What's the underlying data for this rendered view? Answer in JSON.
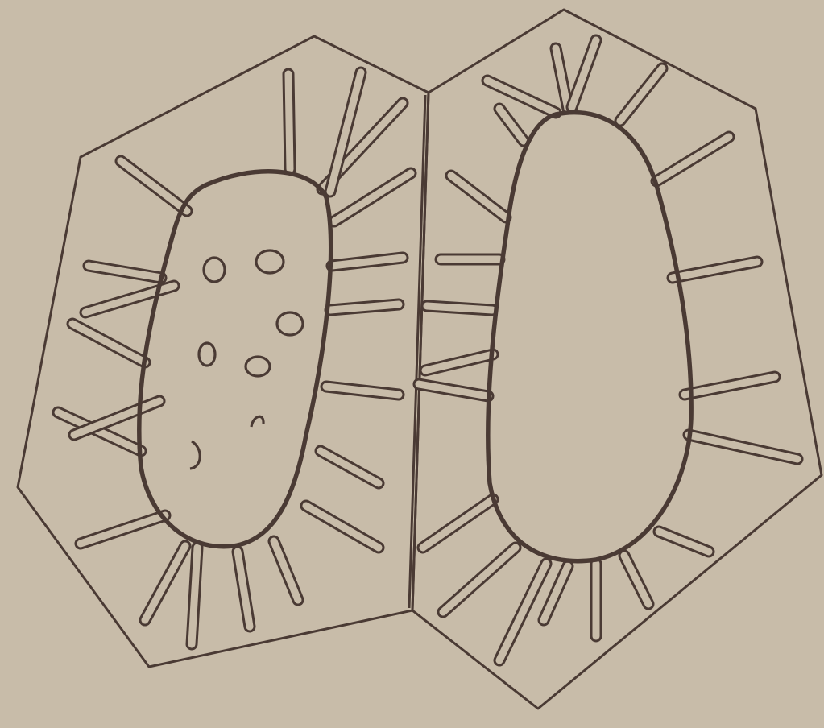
{
  "colors": {
    "background": "#c8bca9",
    "ink": "#4a3a34"
  },
  "cells": [
    {
      "name": "left-stone-cell",
      "pit_canal_count": 20,
      "has_granules": true
    },
    {
      "name": "right-stone-cell",
      "pit_canal_count": 21,
      "has_granules": false
    }
  ]
}
